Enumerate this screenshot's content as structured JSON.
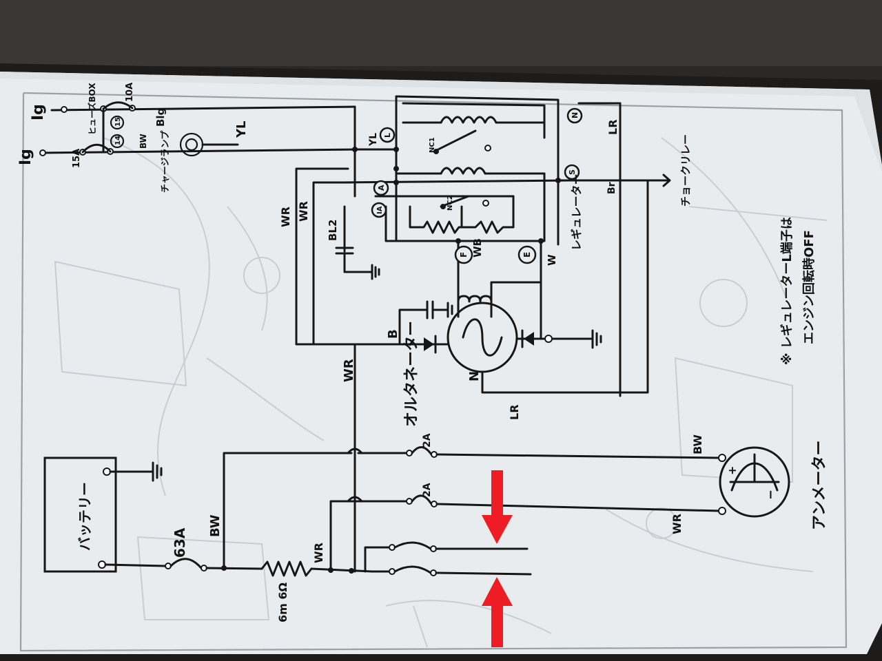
{
  "labels": {
    "ig_top": "Ig",
    "ig_bottom": "Ig",
    "fuse_box": "ヒューズBOX",
    "fuse_10a": "10A",
    "fuse_15a": "15A",
    "b15": "15",
    "b14": "14",
    "blg": "Blg",
    "bw_top": "BW",
    "yl_charge": "YL",
    "yl_regulator": "YL",
    "charge_lamp": "チャージランプ",
    "wr_a": "WR",
    "wr_b": "WR",
    "bl2": "BL2",
    "term_l": "L",
    "term_a": "A",
    "term_ia": "IA",
    "term_n": "N",
    "term_s": "S",
    "term_f": "F",
    "term_e": "E",
    "nc1": "NC1",
    "nc2": "NC2",
    "wb": "WB",
    "w": "W",
    "lr_top": "LR",
    "br": "Br",
    "regulator": "レギュレーター",
    "choke_relay": "チョークリレー",
    "note_line1": "※ レギュレーターL端子は",
    "note_line2": "エンジン回転時OFF",
    "alt_b": "B",
    "alt_n": "N",
    "alternator": "オルタネーター",
    "lr_alt": "LR",
    "wr_main": "WR",
    "fuse_2a_top": "2A",
    "fuse_2a_bottom": "2A",
    "bw_ammeter": "BW",
    "wr_ammeter": "WR",
    "ammeter": "アンメーター",
    "ammeter_plus": "+",
    "ammeter_minus": "−",
    "battery": "バッテリー",
    "fuse_63a": "63A",
    "bw_battery": "BW",
    "wr_battery": "WR",
    "resistor": "6m 6Ω"
  },
  "colors": {
    "paper": "#e9ecef",
    "ink": "#161616",
    "ghost_lines": "#c9cdd2",
    "arrow": "#ee1c25",
    "background": "#2a2826"
  }
}
